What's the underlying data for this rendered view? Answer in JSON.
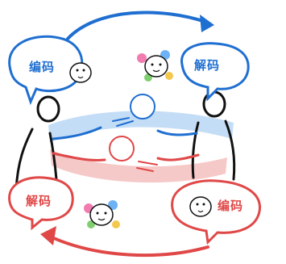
{
  "colors": {
    "blue": "#1f6fd1",
    "red": "#e04848",
    "light_blue": "#bcd9f5",
    "light_red": "#f5c3c3",
    "ink": "#111111"
  },
  "bubbles": {
    "top_left": {
      "label": "编码"
    },
    "top_right": {
      "label": "解码"
    },
    "bottom_left": {
      "label": "解码"
    },
    "bottom_right": {
      "label": "编码"
    }
  }
}
